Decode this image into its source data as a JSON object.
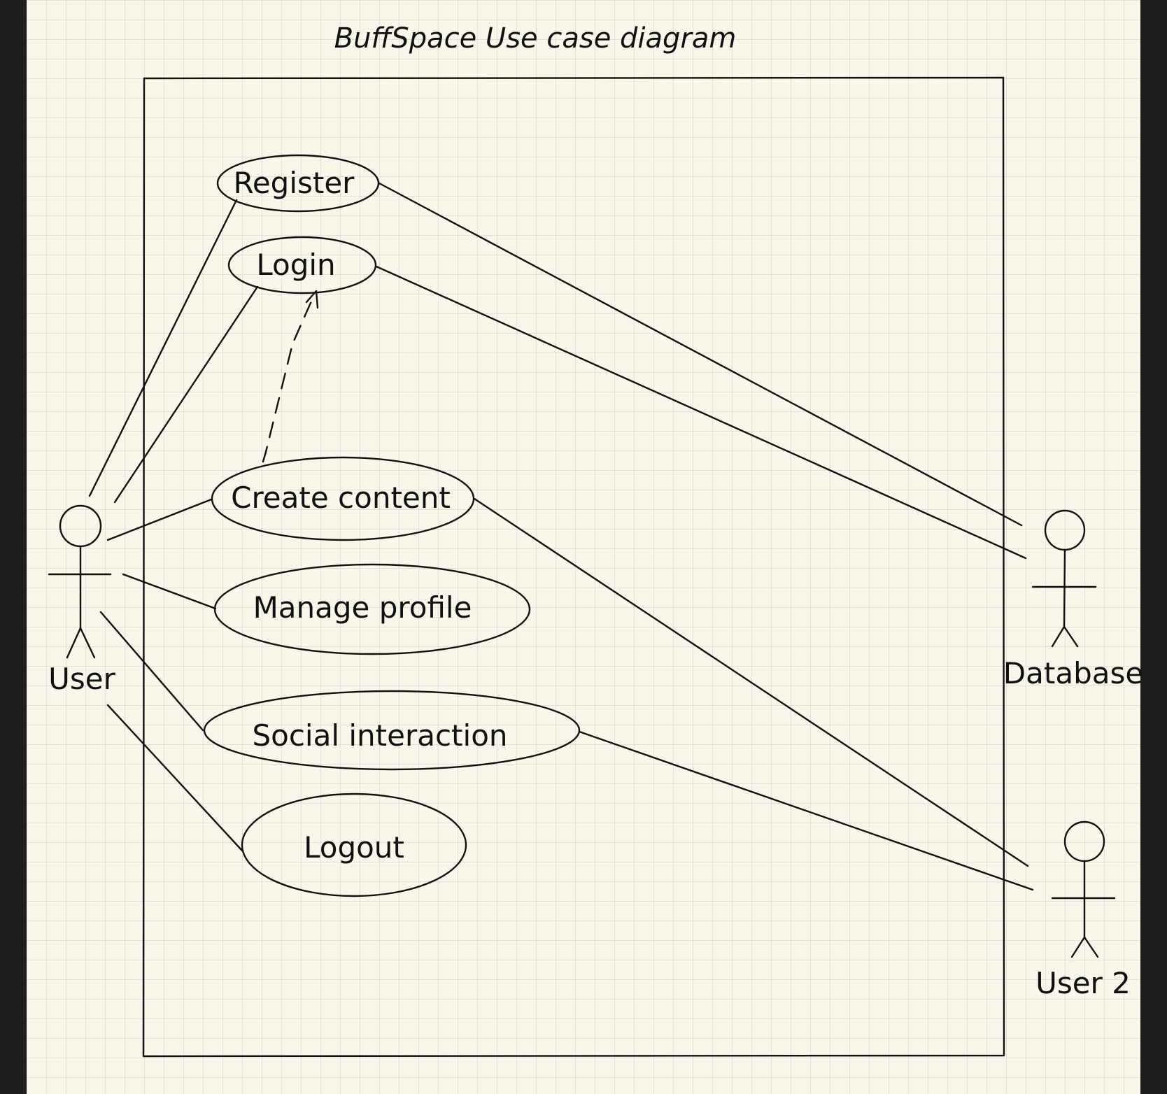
{
  "diagram": {
    "title": "BuffSpace Use case diagram",
    "use_cases": [
      {
        "id": "register",
        "label": "Register"
      },
      {
        "id": "login",
        "label": "Login"
      },
      {
        "id": "create-content",
        "label": "Create content"
      },
      {
        "id": "manage-profile",
        "label": "Manage profile"
      },
      {
        "id": "social-interaction",
        "label": "Social interaction"
      },
      {
        "id": "logout",
        "label": "Logout"
      }
    ],
    "actors": [
      {
        "id": "user",
        "label": "User"
      },
      {
        "id": "database",
        "label": "Database"
      },
      {
        "id": "user-2",
        "label": "User 2"
      }
    ],
    "associations": [
      {
        "from": "user",
        "to": "register"
      },
      {
        "from": "user",
        "to": "login"
      },
      {
        "from": "user",
        "to": "create-content"
      },
      {
        "from": "user",
        "to": "manage-profile"
      },
      {
        "from": "user",
        "to": "social-interaction"
      },
      {
        "from": "user",
        "to": "logout"
      },
      {
        "from": "database",
        "to": "register"
      },
      {
        "from": "database",
        "to": "login"
      },
      {
        "from": "user-2",
        "to": "create-content"
      },
      {
        "from": "user-2",
        "to": "social-interaction"
      }
    ],
    "dependencies": [
      {
        "from": "create-content",
        "to": "login",
        "style": "dashed-arrow"
      }
    ]
  },
  "colors": {
    "background": "#f8f7ea",
    "grid": "#d9d9d6",
    "frame": "#1e1c1c",
    "ink": "#111111"
  }
}
